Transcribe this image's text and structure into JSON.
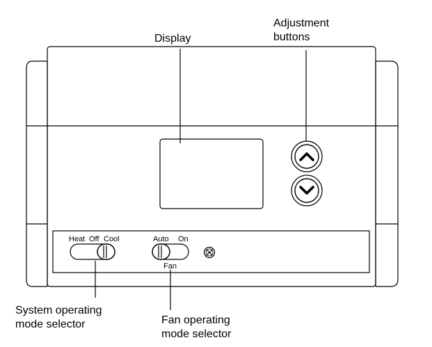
{
  "callouts": {
    "display": "Display",
    "adjustment_line1": "Adjustment",
    "adjustment_line2": "buttons",
    "system_line1": "System operating",
    "system_line2": "mode selector",
    "fan_line1": "Fan operating",
    "fan_line2": "mode selector"
  },
  "system_switch": {
    "heat_label": "Heat",
    "off_label": "Off",
    "cool_label": "Cool",
    "selected": "Cool"
  },
  "fan_switch": {
    "auto_label": "Auto",
    "on_label": "On",
    "fan_label": "Fan",
    "selected": "Auto"
  },
  "buttons": {
    "up_icon": "chevron-up-icon",
    "down_icon": "chevron-down-icon"
  },
  "indicator_icon": "x-circle-icon"
}
